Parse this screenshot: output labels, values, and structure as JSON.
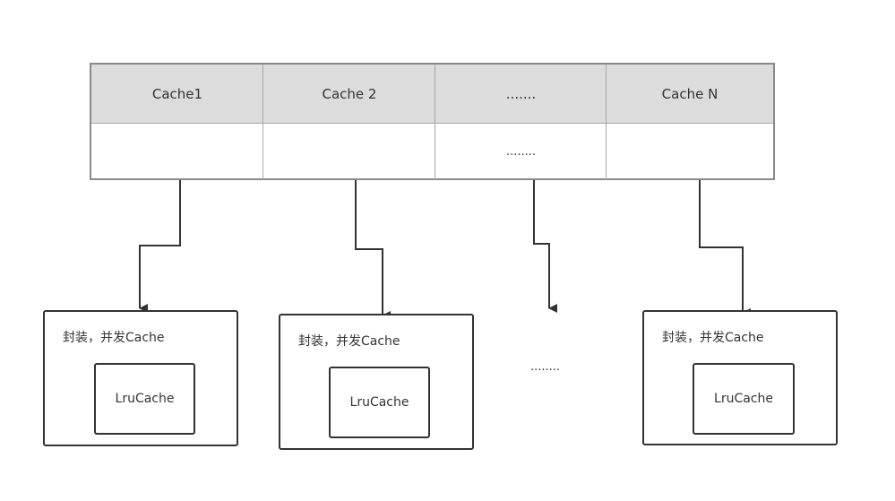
{
  "table": {
    "headers": [
      "Cache1",
      "Cache 2",
      ".......",
      "Cache N"
    ],
    "cells": [
      "",
      "",
      "........",
      ""
    ]
  },
  "wrappers": [
    {
      "label": "封装，并发Cache",
      "inner_label": "LruCache"
    },
    {
      "label": "封装，并发Cache",
      "inner_label": "LruCache"
    },
    {
      "label": "封装，并发Cache",
      "inner_label": "LruCache"
    }
  ],
  "ellipsis": "........",
  "colors": {
    "header_bg": "#dcdcdc",
    "border": "#8a8a8a",
    "stroke": "#333333"
  }
}
